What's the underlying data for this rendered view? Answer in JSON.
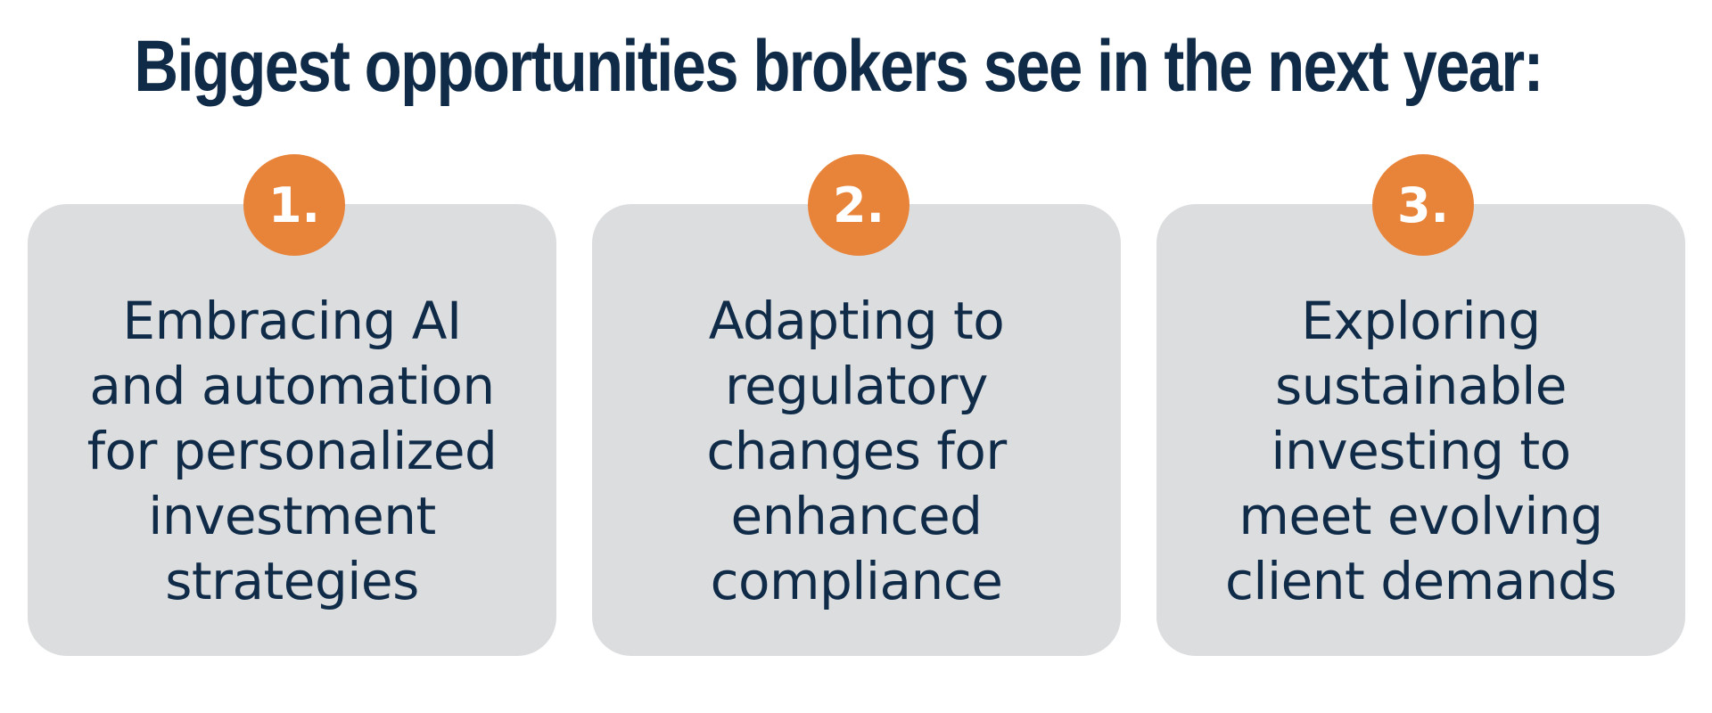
{
  "colors": {
    "title": "#0f2b48",
    "text": "#0f2b48",
    "card_bg": "#dcdddf",
    "badge_bg": "#e8843a",
    "badge_text": "#ffffff"
  },
  "header": {
    "title": "Biggest opportunities brokers see in the next year:"
  },
  "items": [
    {
      "number": "1.",
      "text": "Embracing AI and automation for personalized investment strategies"
    },
    {
      "number": "2.",
      "text": "Adapting to regulatory changes for enhanced compliance"
    },
    {
      "number": "3.",
      "text": "Exploring sustainable investing to meet evolving client demands"
    }
  ]
}
